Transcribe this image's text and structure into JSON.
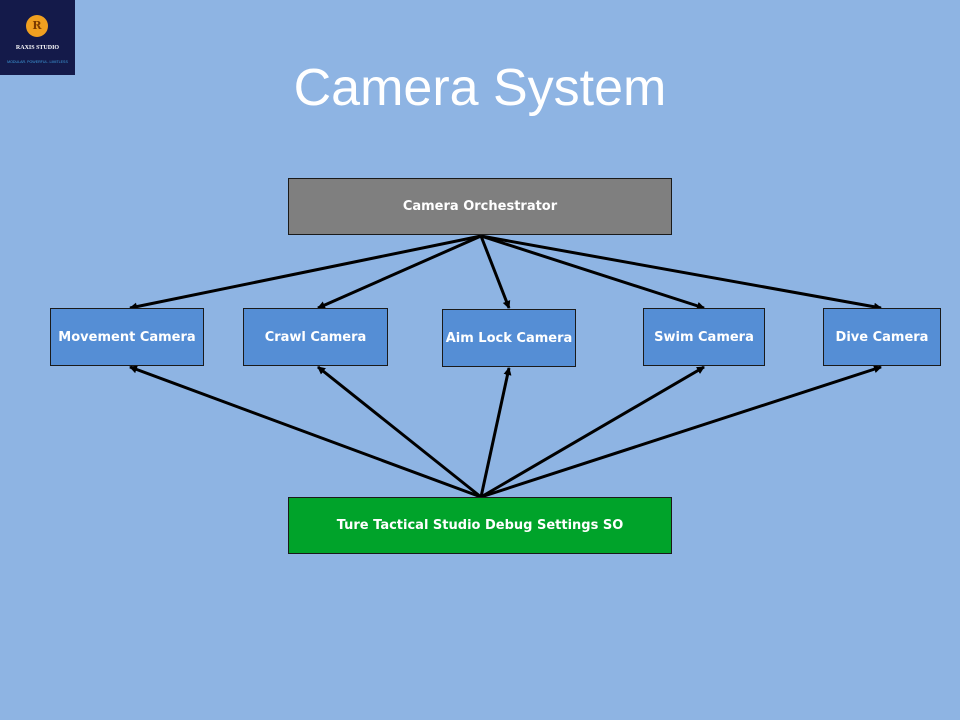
{
  "logo": {
    "name": "RAXIS STUDIO",
    "tagline": "MODULAR. POWERFUL. LIMITLESS",
    "mark": "R"
  },
  "title": "Camera System",
  "colors": {
    "background": "#8EB4E3",
    "orchestrator": "#7F7F7F",
    "camera": "#558ED5",
    "settings": "#00A32A"
  },
  "orchestrator": "Camera Orchestrator",
  "cameras": [
    "Movement Camera",
    "Crawl Camera",
    "Aim Lock Camera",
    "Swim Camera",
    "Dive Camera"
  ],
  "settings": "Ture Tactical Studio Debug Settings SO"
}
